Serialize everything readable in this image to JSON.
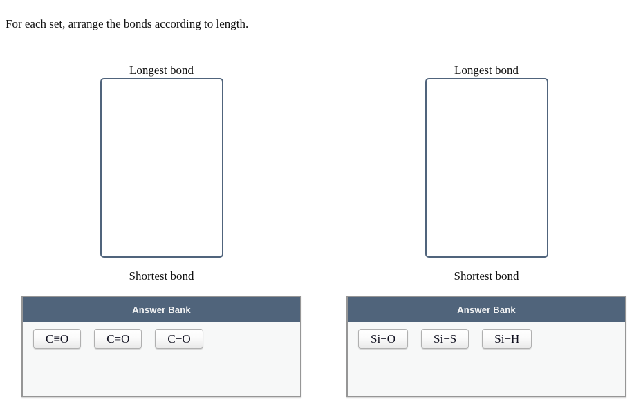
{
  "page": {
    "instruction": "For each set, arrange the bonds according to length."
  },
  "colors": {
    "slate_accent": "#50647b",
    "drop_zone_border": "#50647c",
    "bank_border": "#969696",
    "bank_background": "#f7f8f8",
    "chip_border": "#b0b0b0",
    "header_text": "#f2f3f4",
    "text": "#111111"
  },
  "sets": [
    {
      "top_label": "Longest bond",
      "bottom_label": "Shortest bond",
      "bank_title": "Answer Bank",
      "items": [
        "C≡O",
        "C=O",
        "C−O"
      ]
    },
    {
      "top_label": "Longest bond",
      "bottom_label": "Shortest bond",
      "bank_title": "Answer Bank",
      "items": [
        "Si−O",
        "Si−S",
        "Si−H"
      ]
    }
  ]
}
